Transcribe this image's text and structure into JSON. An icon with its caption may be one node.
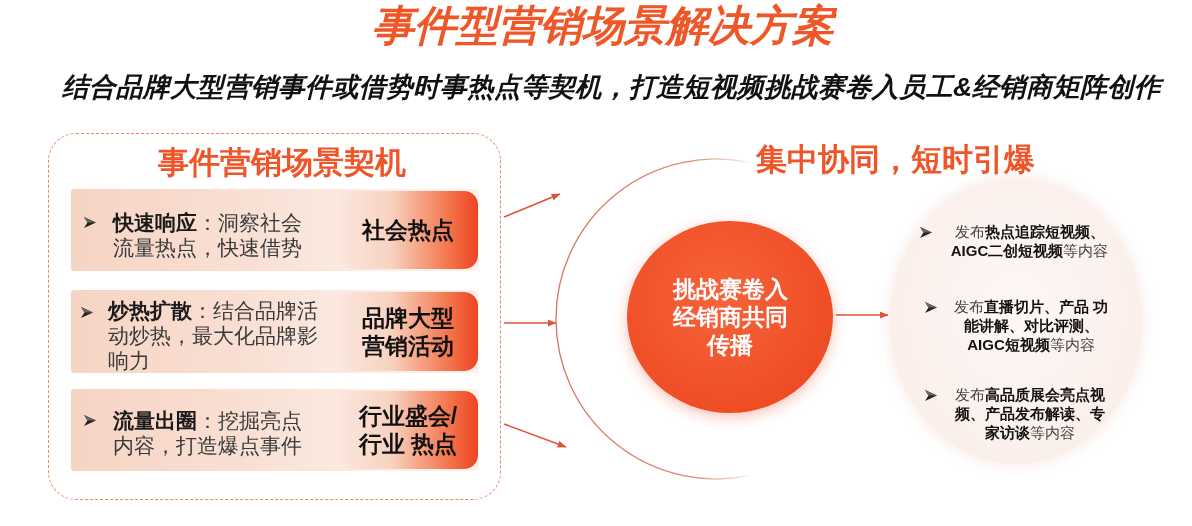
{
  "diagram": {
    "title": "事件型营销场景解决方案",
    "nodes": [
      {
        "text": [
          "事件营销场景契机"
        ]
      },
      {
        "text": [
          "**快速响应**：洞察社会流量热点，快速借势"
        ],
        "in": 0
      },
      {
        "text": [
          "社会热点"
        ],
        "in": 1
      },
      {
        "text": [
          "**炒热扩散**：结合品牌活动炒热，最大化品牌影响力"
        ],
        "in": 0
      },
      {
        "text": [
          "品牌大型营销活动"
        ],
        "in": 3
      },
      {
        "text": [
          "**流量出圈**：挖掘亮点内容，打造爆点事件"
        ],
        "in": 0
      },
      {
        "text": [
          "行业盛会/行业 热点"
        ],
        "in": 5
      },
      {
        "text": [],
        "shape": "arc"
      },
      {
        "text": [
          "挑战赛卷入经销商共同传播"
        ]
      },
      {
        "text": [
          "发布**热点追踪短视频、AIGC二创短视频**等内容",
          "发布**直播切片、产品 功能讲解、对比评测、AIGC短视频**等内容",
          "发布**高品质展会亮点视频、产品发布解读、专家访谈**等内容"
        ]
      }
    ],
    "edges": [
      {
        "from": 0,
        "to": 7,
        "arrow": "to"
      },
      {
        "from": 0,
        "to": 7,
        "arrow": "to"
      },
      {
        "from": 0,
        "to": 7,
        "arrow": "to"
      },
      {
        "from": 8,
        "to": 9,
        "arrow": "to"
      }
    ],
    "labels": [
      "结合品牌大型营销事件或借势时事热点等契机，打造短视频挑战赛卷入员工&经销商矩阵创作",
      "集中协同，短时引爆"
    ]
  }
}
